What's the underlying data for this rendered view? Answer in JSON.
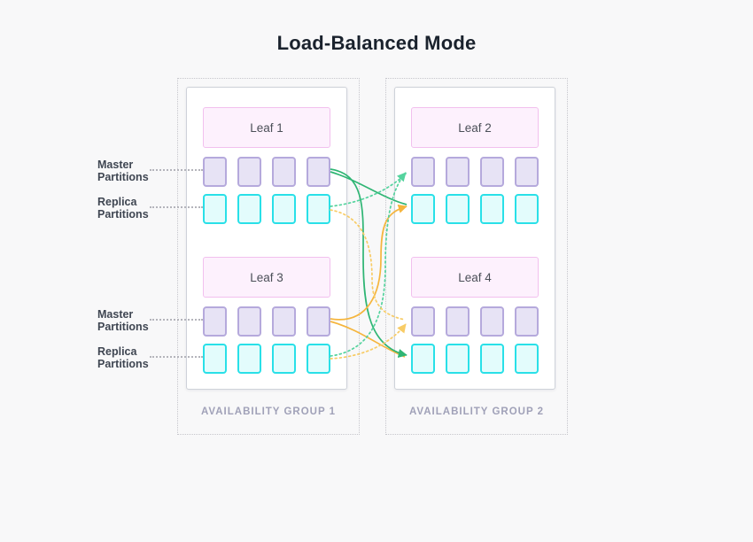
{
  "title": "Load-Balanced Mode",
  "row_labels": {
    "master_line1": "Master",
    "master_line2": "Partitions",
    "replica_line1": "Replica",
    "replica_line2": "Partitions"
  },
  "groups": [
    {
      "label": "AVAILABILITY GROUP 1",
      "leaves": [
        {
          "name": "Leaf 1",
          "master_partitions": 4,
          "replica_partitions": 4
        },
        {
          "name": "Leaf 3",
          "master_partitions": 4,
          "replica_partitions": 4
        }
      ]
    },
    {
      "label": "AVAILABILITY GROUP 2",
      "leaves": [
        {
          "name": "Leaf 2",
          "master_partitions": 4,
          "replica_partitions": 4
        },
        {
          "name": "Leaf 4",
          "master_partitions": 4,
          "replica_partitions": 4
        }
      ]
    }
  ],
  "connections": [
    {
      "from": "leaf-1-master",
      "to": "leaf-2-replica",
      "style": "solid",
      "color": "#2fb574",
      "arrow": false
    },
    {
      "from": "leaf-1-master",
      "to": "leaf-4-replica",
      "style": "solid",
      "color": "#2fb574",
      "arrow": true
    },
    {
      "from": "leaf-3-master",
      "to": "leaf-2-replica",
      "style": "solid",
      "color": "#f5b53d",
      "arrow": true
    },
    {
      "from": "leaf-3-master",
      "to": "leaf-4-replica",
      "style": "solid",
      "color": "#f5b53d",
      "arrow": false
    },
    {
      "from": "leaf-1-replica",
      "to": "leaf-2-master",
      "style": "dotted",
      "color": "#55d39e",
      "arrow": false
    },
    {
      "from": "leaf-3-replica",
      "to": "leaf-2-master",
      "style": "dotted",
      "color": "#55d39e",
      "arrow": true
    },
    {
      "from": "leaf-1-replica",
      "to": "leaf-4-master",
      "style": "dotted",
      "color": "#f8cc66",
      "arrow": false
    },
    {
      "from": "leaf-3-replica",
      "to": "leaf-4-master",
      "style": "dotted",
      "color": "#f8cc66",
      "arrow": true
    }
  ],
  "colors": {
    "page_background": "#f8f8f9",
    "card_border": "#ced2d9",
    "group_border": "#c6c6cc",
    "group_label_text": "#a0a1b8",
    "leaf_header_fill": "#fdf1fd",
    "leaf_header_border": "#f2c0ee",
    "master_fill": "#e7e3f5",
    "master_border": "#b5a9dc",
    "replica_fill": "#e3fcfc",
    "replica_border": "#29e0e8",
    "solid_green": "#2fb574",
    "dotted_green": "#55d39e",
    "solid_orange": "#f5b53d",
    "dotted_orange": "#f8cc66",
    "title_text": "#1a222d",
    "side_label_text": "#3f4652"
  }
}
